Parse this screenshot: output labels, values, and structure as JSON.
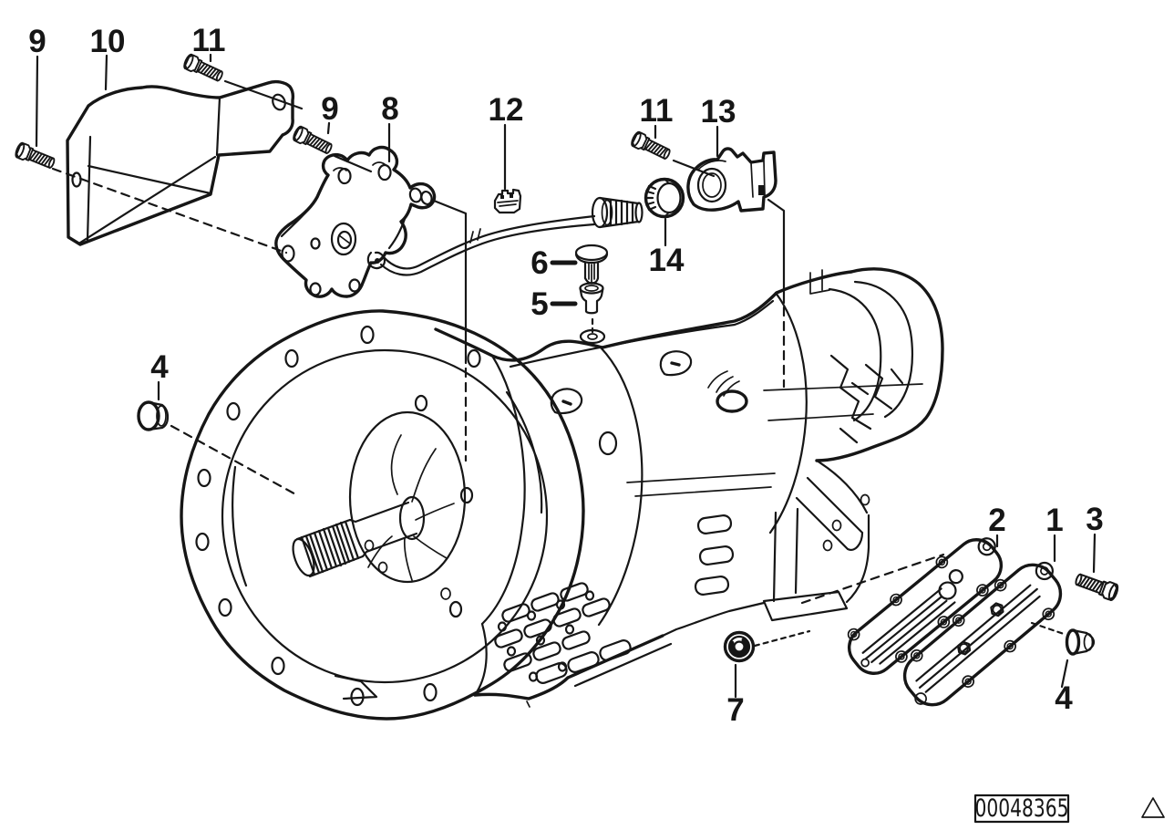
{
  "meta": {
    "description": "Black-and-white exploded parts line diagram of an automatic transmission housing with attaching parts"
  },
  "colors": {
    "line": "#161616",
    "background": "#ffffff"
  },
  "callouts": {
    "nine_left": "9",
    "ten": "10",
    "eleven_left": "11",
    "nine_mid": "9",
    "eight": "8",
    "twelve": "12",
    "eleven_right": "11",
    "thirteen": "13",
    "fourteen": "14",
    "six": "6",
    "five": "5",
    "four_left": "4",
    "two": "2",
    "one": "1",
    "three": "3",
    "four_right": "4",
    "seven": "7"
  },
  "footer": {
    "doc_number": "00048365"
  }
}
